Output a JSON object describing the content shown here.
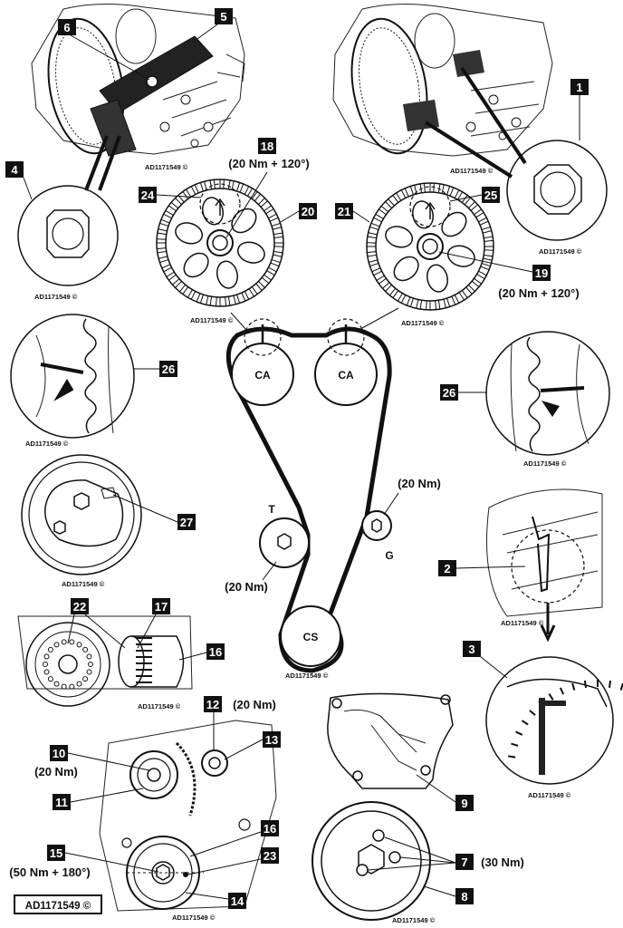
{
  "ref_code": "AD1171549 ©",
  "ref_code_main": "AD1171549 ©",
  "torques": {
    "t18": "(20 Nm + 120°)",
    "t19": "(20 Nm + 120°)",
    "t_guide": "(20 Nm)",
    "t_tensioner": "(20 Nm)",
    "t12": "(20 Nm)",
    "t10": "(20 Nm)",
    "t15": "(50 Nm + 180°)",
    "t7": "(30 Nm)"
  },
  "pulleys": {
    "ca_left": "CA",
    "ca_right": "CA",
    "tensioner": "T",
    "guide": "G",
    "crank": "CS"
  },
  "labels": {
    "n1": "1",
    "n2": "2",
    "n3": "3",
    "n4": "4",
    "n5": "5",
    "n6": "6",
    "n7": "7",
    "n8": "8",
    "n9": "9",
    "n10": "10",
    "n11": "11",
    "n12": "12",
    "n13": "13",
    "n14": "14",
    "n15": "15",
    "n16a": "16",
    "n16b": "16",
    "n17": "17",
    "n18": "18",
    "n19": "19",
    "n20": "20",
    "n21": "21",
    "n22": "22",
    "n23": "23",
    "n24": "24",
    "n25": "25",
    "n26a": "26",
    "n26b": "26",
    "n27": "27"
  }
}
